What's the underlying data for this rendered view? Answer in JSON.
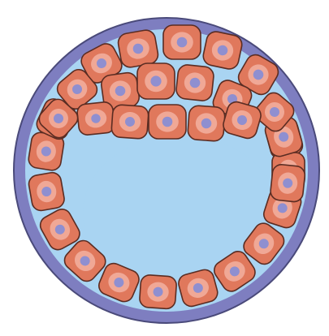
{
  "colors": {
    "background": "#ffffff",
    "zona_pellucida": "#7e7ec0",
    "zona_outline": "#4a4a7a",
    "cavity": "#a9d4f2",
    "cell_fill": "#e0785c",
    "cell_outline": "#5a2c22",
    "cytoplasm_highlight": "#f2b0a0",
    "nucleus": "#8f8fd0"
  },
  "structures": {
    "outer_ring": "zona-pellucida",
    "cavity": "blastocoel",
    "inner_mass_cell_count": 17,
    "trophoblast_cell_count": 15
  }
}
